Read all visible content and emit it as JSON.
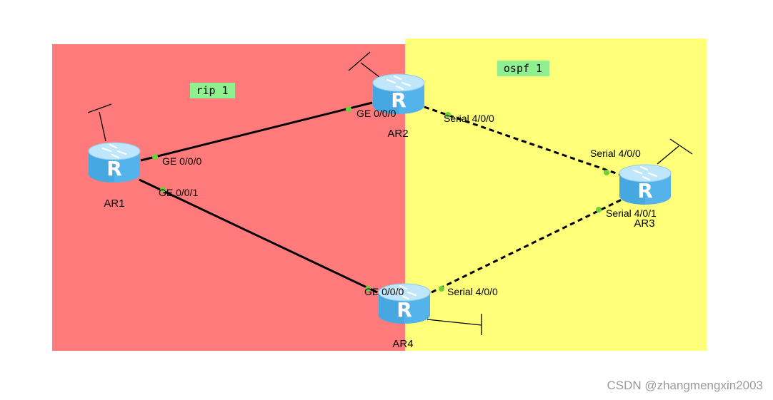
{
  "colors": {
    "rip_zone": "#ff7b7b",
    "ospf_zone": "#ffff7a",
    "area_label_bg": "#8ef08e",
    "port_dot": "#6dd13a",
    "router_top": "#bfe6fb",
    "router_body": "#54b3ea",
    "link": "#000000"
  },
  "areas": {
    "rip": "rip 1",
    "ospf": "ospf 1"
  },
  "routers": {
    "ar1": "AR1",
    "ar2": "AR2",
    "ar3": "AR3",
    "ar4": "AR4"
  },
  "ports": {
    "ar1_ge000": "GE 0/0/0",
    "ar1_ge001": "GE 0/0/1",
    "ar2_ge000": "GE 0/0/0",
    "ar2_s400": "Serial 4/0/0",
    "ar3_s400": "Serial 4/0/0",
    "ar3_s401": "Serial 4/0/1",
    "ar4_ge000": "GE 0/0/0",
    "ar4_s400": "Serial 4/0/0"
  },
  "links": [
    {
      "from": "AR1 GE 0/0/0",
      "to": "AR2 GE 0/0/0",
      "style": "solid"
    },
    {
      "from": "AR1 GE 0/0/1",
      "to": "AR4 GE 0/0/0",
      "style": "solid"
    },
    {
      "from": "AR2 Serial 4/0/0",
      "to": "AR3 Serial 4/0/0",
      "style": "dashed"
    },
    {
      "from": "AR4 Serial 4/0/0",
      "to": "AR3 Serial 4/0/1",
      "style": "dashed"
    }
  ],
  "router_icon": "router-icon",
  "watermark": "CSDN @zhangmengxin2003"
}
